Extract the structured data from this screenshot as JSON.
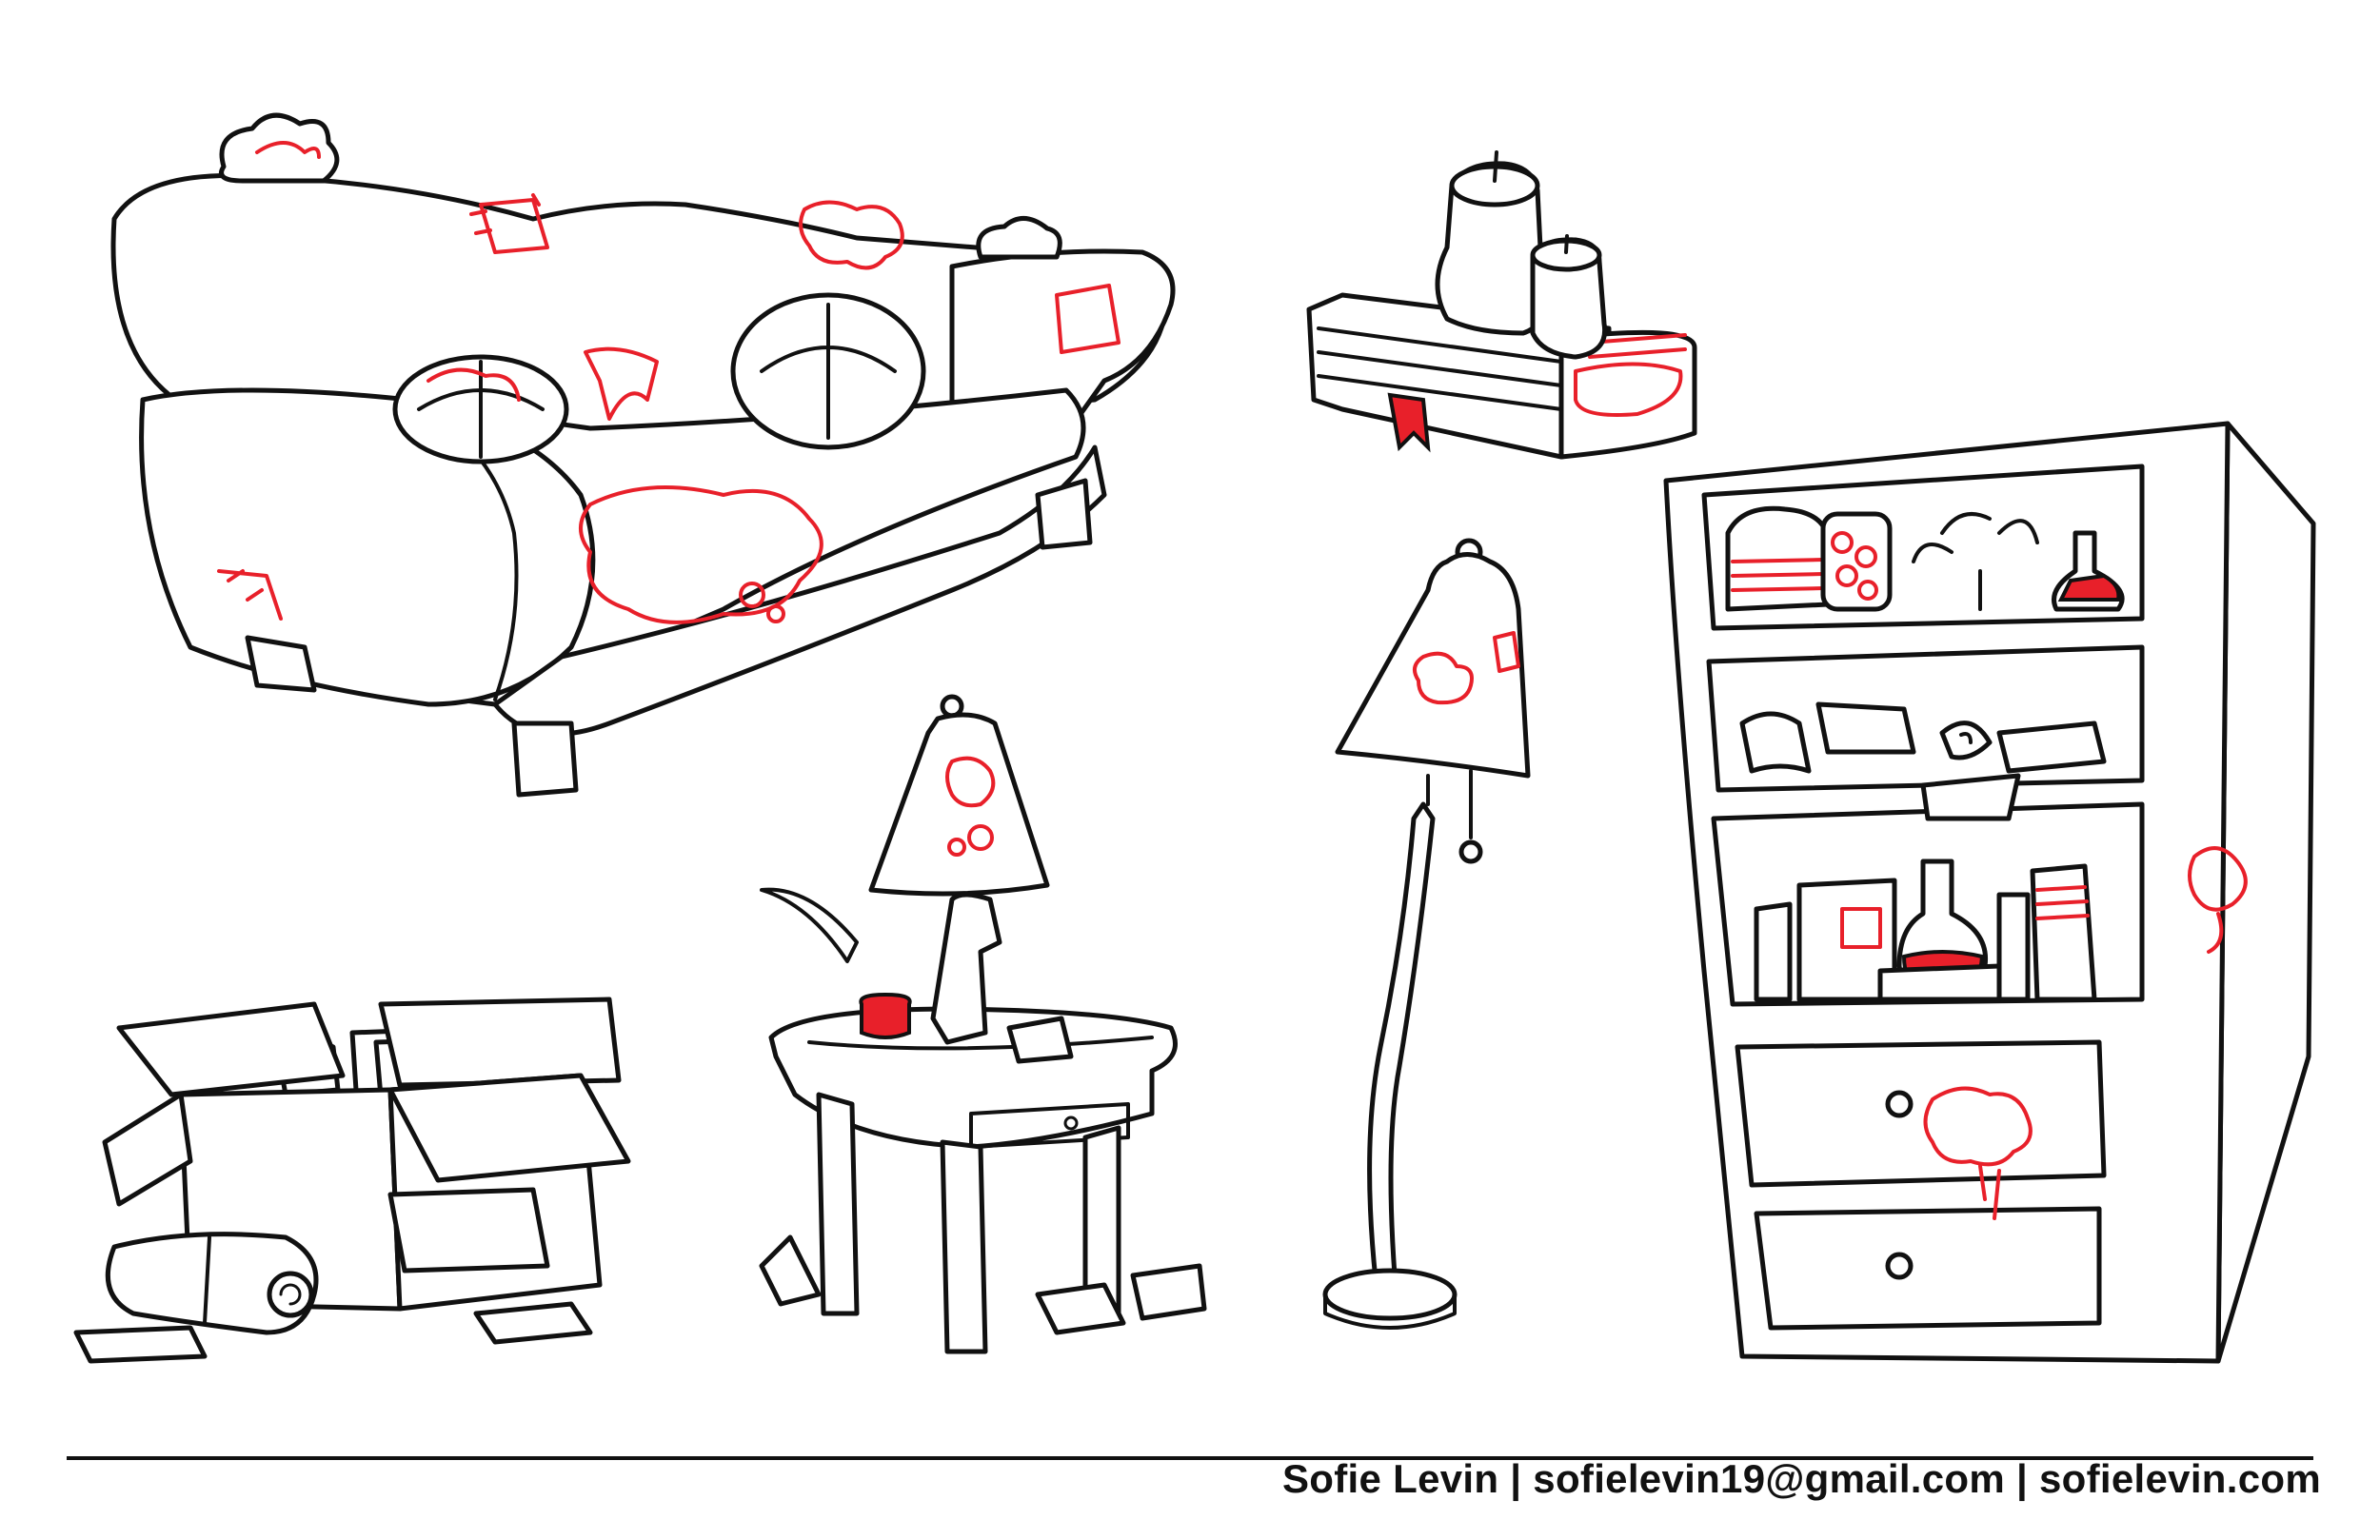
{
  "footer": {
    "credit": "Sofie Levin | sofielevin19@gmail.com | sofielevin.com"
  },
  "colors": {
    "ink": "#111111",
    "accent": "#e8202a",
    "background": "#ffffff"
  },
  "items": [
    {
      "name": "sofa"
    },
    {
      "name": "book-with-candles"
    },
    {
      "name": "bookshelf"
    },
    {
      "name": "floor-lamp"
    },
    {
      "name": "side-table-with-lamp"
    },
    {
      "name": "cardboard-box"
    }
  ]
}
